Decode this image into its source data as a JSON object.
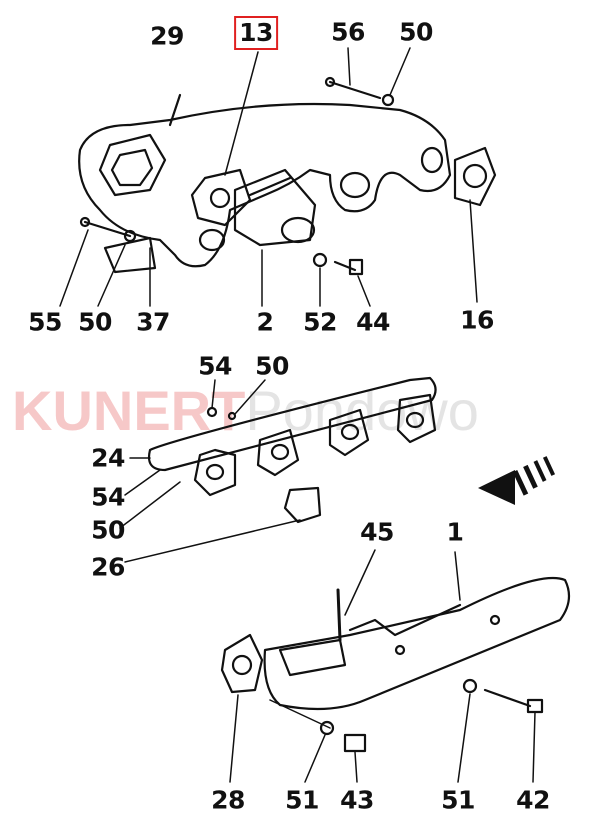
{
  "watermark": {
    "brand": "KUNERT",
    "place": "Pondowo"
  },
  "highlighted_part": "13",
  "labels": {
    "l29": "29",
    "l13": "13",
    "l56": "56",
    "l50a": "50",
    "l55": "55",
    "l50b": "50",
    "l37": "37",
    "l2": "2",
    "l52": "52",
    "l44": "44",
    "l16": "16",
    "l54a": "54",
    "l50c": "50",
    "l24": "24",
    "l54b": "54",
    "l50d": "50",
    "l26": "26",
    "l45": "45",
    "l1": "1",
    "l28": "28",
    "l51a": "51",
    "l43": "43",
    "l51b": "51",
    "l42": "42"
  },
  "colors": {
    "highlight": "#e02020",
    "ink": "#111111"
  }
}
